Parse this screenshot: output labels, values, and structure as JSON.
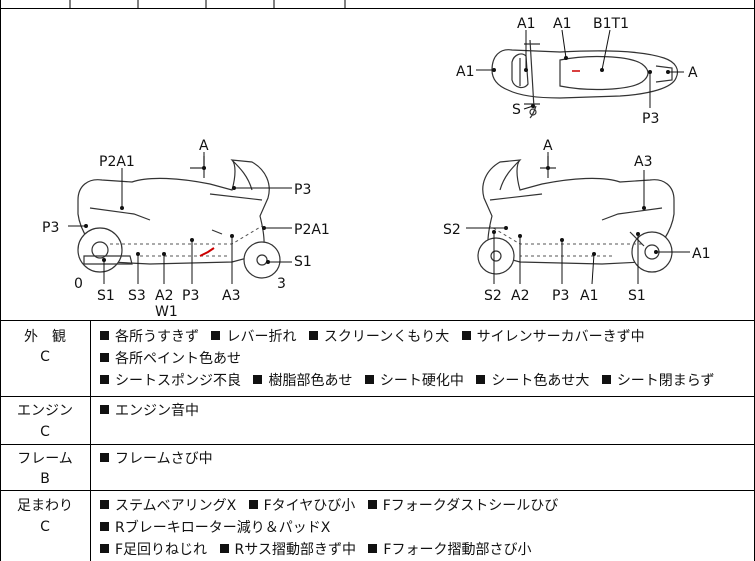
{
  "diagram": {
    "top_view_labels": [
      "A1",
      "A1",
      "B1T1",
      "A1",
      "A",
      "S",
      "P3"
    ],
    "left_view_labels": [
      "A",
      "P2A1",
      "P3",
      "P3",
      "P2A1",
      "S1",
      "0",
      "S1",
      "S3",
      "A2",
      "W1",
      "P3",
      "A3",
      "3"
    ],
    "right_view_labels": [
      "A",
      "A3",
      "S2",
      "A1",
      "S2",
      "A2",
      "P3",
      "A1",
      "S1"
    ]
  },
  "sections": [
    {
      "category": "外　観",
      "grade": "C",
      "items": [
        "各所うすきず",
        "レバー折れ",
        "スクリーンくもり大",
        "サイレンサーカバーきず中",
        "各所ペイント色あせ",
        "シートスポンジ不良",
        "樹脂部色あせ",
        "シート硬化中",
        "シート色あせ大",
        "シート閉まらず"
      ]
    },
    {
      "category": "エンジン",
      "grade": "C",
      "items": [
        "エンジン音中"
      ]
    },
    {
      "category": "フレーム",
      "grade": "B",
      "items": [
        "フレームさび中"
      ]
    },
    {
      "category": "足まわり",
      "grade": "C",
      "items": [
        "ステムベアリングX",
        "Fタイヤひび小",
        "Fフォークダストシールひび",
        "Rブレーキローター減り＆パッドX",
        "F足回りねじれ",
        "Rサス摺動部きず中",
        "Fフォーク摺動部さび小"
      ]
    }
  ]
}
